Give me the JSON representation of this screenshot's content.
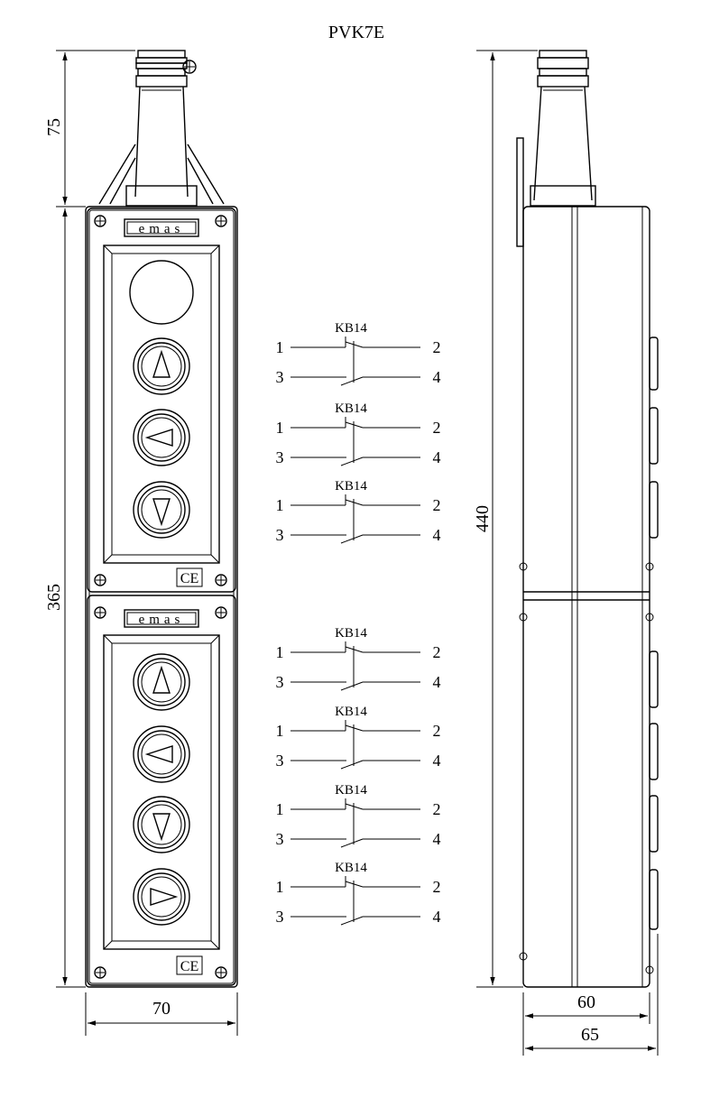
{
  "title": "PVK7E",
  "brand": "emas",
  "ce_mark": "CE",
  "dimensions": {
    "cable_gland_height": "75",
    "enclosure_height": "365",
    "total_height": "440",
    "width": "70",
    "depth_body": "60",
    "depth_total": "65"
  },
  "modules": [
    {
      "name": "upper",
      "buttons": [
        "blank",
        "up",
        "left",
        "down"
      ]
    },
    {
      "name": "lower",
      "buttons": [
        "up",
        "left",
        "down",
        "right"
      ]
    }
  ],
  "contact_blocks": [
    {
      "label": "KB14",
      "terminals": [
        "1",
        "2",
        "3",
        "4"
      ]
    },
    {
      "label": "KB14",
      "terminals": [
        "1",
        "2",
        "3",
        "4"
      ]
    },
    {
      "label": "KB14",
      "terminals": [
        "1",
        "2",
        "3",
        "4"
      ]
    },
    {
      "label": "KB14",
      "terminals": [
        "1",
        "2",
        "3",
        "4"
      ]
    },
    {
      "label": "KB14",
      "terminals": [
        "1",
        "2",
        "3",
        "4"
      ]
    },
    {
      "label": "KB14",
      "terminals": [
        "1",
        "2",
        "3",
        "4"
      ]
    },
    {
      "label": "KB14",
      "terminals": [
        "1",
        "2",
        "3",
        "4"
      ]
    }
  ]
}
